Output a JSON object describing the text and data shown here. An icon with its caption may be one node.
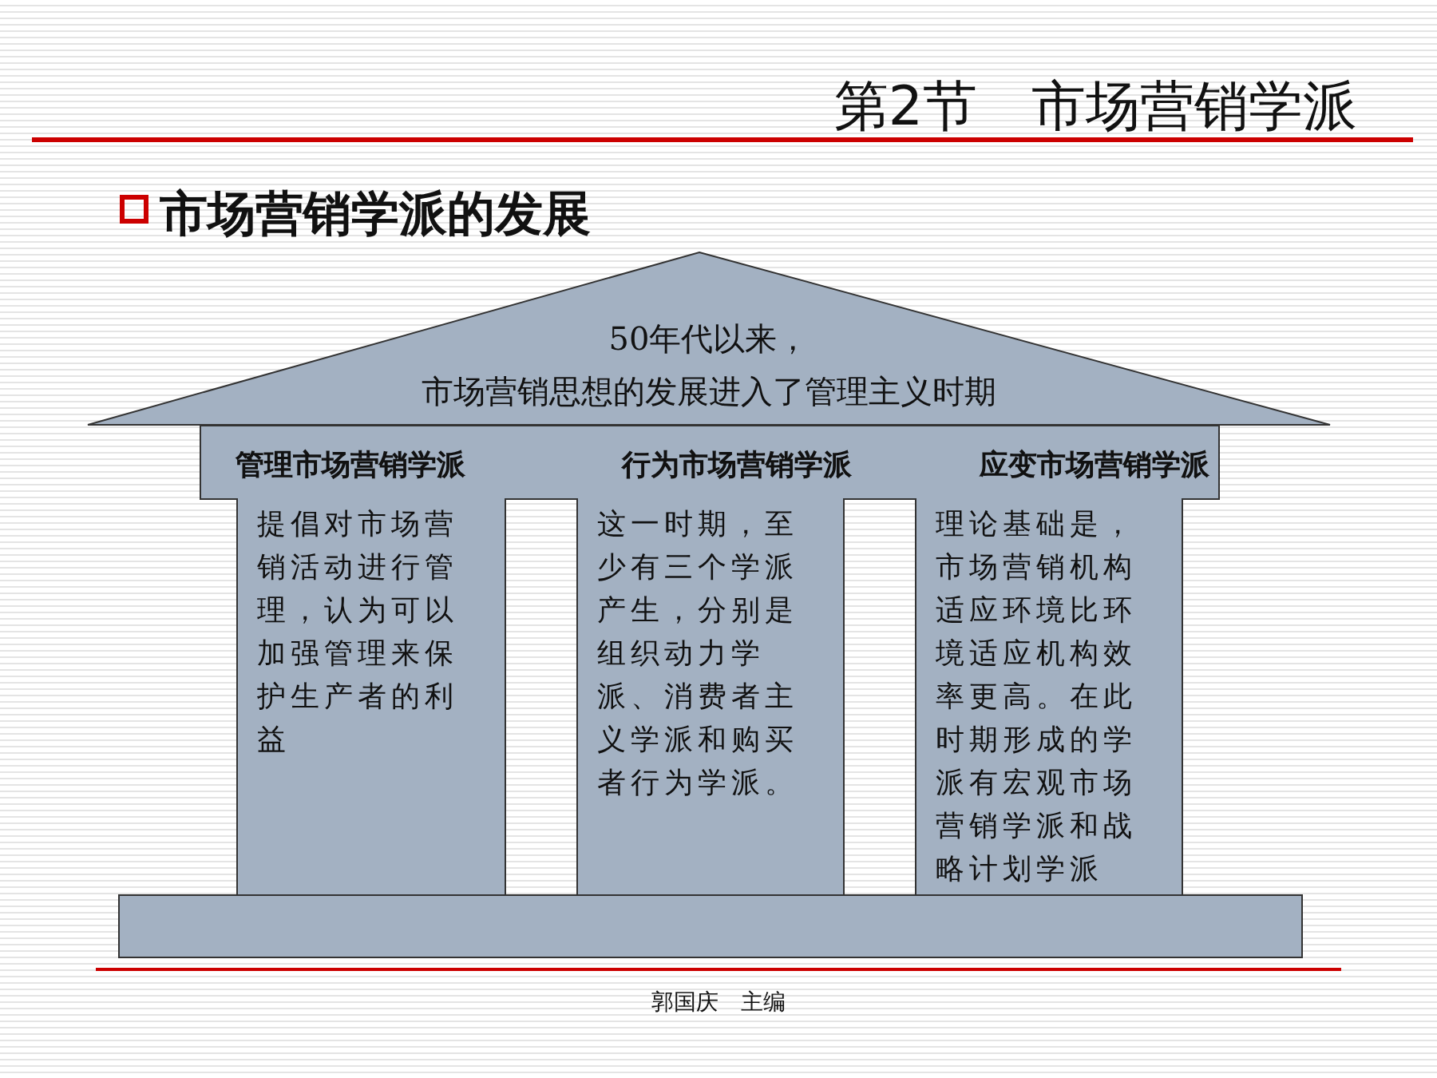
{
  "diagram": {
    "title": "第2节　市场营销学派",
    "nodes": [
      {
        "text": [
          "50年代以来，",
          "市场营销思想的发展进入了管理主义时期"
        ]
      },
      {
        "text": [
          "管理市场营销学派",
          "行为市场营销学派",
          "应变市场营销学派"
        ]
      },
      {
        "text": [
          "提倡对市场营销活动进行管理，认为可以加强管理来保护生产者的利益"
        ]
      },
      {
        "text": [
          "这一时期，至少有三个学派产生，分别是组织动力学派、消费者主义学派和购买者行为学派。"
        ]
      },
      {
        "text": [
          "理论基础是，市场营销机构适应环境比环境适应机构效率更高。在此时期形成的学派有宏观市场营销学派和战略计划学派"
        ]
      },
      {
        "text": [],
        "shape": "bar"
      }
    ],
    "edges": [],
    "labels": [
      "市场营销学派的发展",
      "郭国庆　主编"
    ]
  }
}
